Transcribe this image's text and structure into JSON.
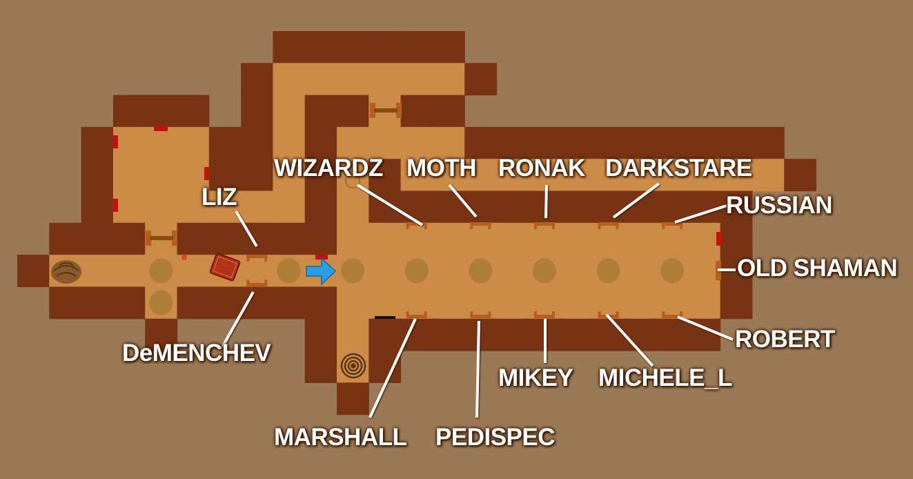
{
  "map": {
    "colors": {
      "background": "#9a7956",
      "wall": "#773314",
      "floor": "#cd8b48",
      "pad": "#ae7d37",
      "door": "#b85e1c",
      "marker": "#c0140a",
      "arrow": "#2a9ee0"
    },
    "icons": [
      "rock-pile-icon",
      "spellbook-icon",
      "blue-arrow-icon",
      "spiral-portal-icon"
    ]
  },
  "labels": {
    "liz": "LIZ",
    "demenchev": "DeMENCHEV",
    "wizardz": "WIZARDZ",
    "moth": "MOTH",
    "ronak": "RONAK",
    "darkstare": "DARKSTARE",
    "russian": "RUSSIAN",
    "old_shaman": "OLD SHAMAN",
    "robert": "ROBERT",
    "michele_l": "MICHELE_L",
    "mikey": "MIKEY",
    "pedispec": "PEDISPEC",
    "marshall": "MARSHALL"
  }
}
